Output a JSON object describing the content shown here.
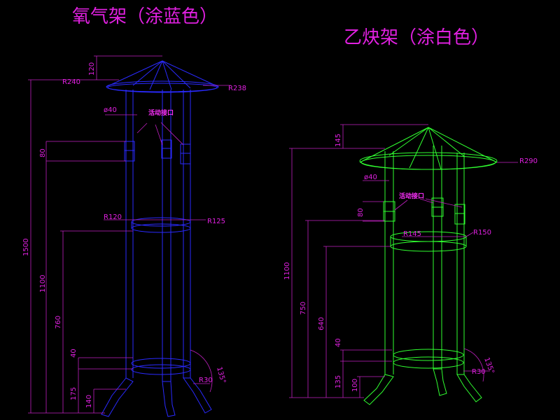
{
  "titles": {
    "left": "氧气架（涂蓝色）",
    "right": "乙炔架（涂白色）"
  },
  "oxygen_rack": {
    "dimensions": {
      "top_cap_height": "120",
      "overall_height": "1500",
      "upper_ring_height": "1100",
      "middle_ring_height": "760",
      "clamp_height": "80",
      "bottom_ring_height": "40",
      "foot_height_a": "175",
      "foot_height_b": "140"
    },
    "radii": {
      "cap_left": "R240",
      "cap_right": "R238",
      "middle_ring_left": "R120",
      "middle_ring_right": "R125",
      "foot_bend": "R30",
      "foot_angle": "135°"
    },
    "pipe_diameter": "ø40",
    "interface_label": "活动接口"
  },
  "acetylene_rack": {
    "dimensions": {
      "top_cap_height": "145",
      "overall_height": "1100",
      "upper_ring_height": "750",
      "middle_ring_height": "640",
      "clamp_height": "80",
      "bottom_ring_height": "40",
      "foot_height_a": "135",
      "foot_height_b": "100"
    },
    "radii": {
      "cap": "R290",
      "middle_ring_left": "R145",
      "middle_ring_right": "R150",
      "foot_bend": "R30",
      "foot_angle": "135°"
    },
    "pipe_diameter": "ø40",
    "interface_label": "活动接口"
  },
  "colors": {
    "background": "#000000",
    "text_magenta": "#e020e0",
    "oxygen_blue": "#2a2aff",
    "acetylene_green": "#30ff30",
    "dimension_magenta": "#c020c0"
  }
}
